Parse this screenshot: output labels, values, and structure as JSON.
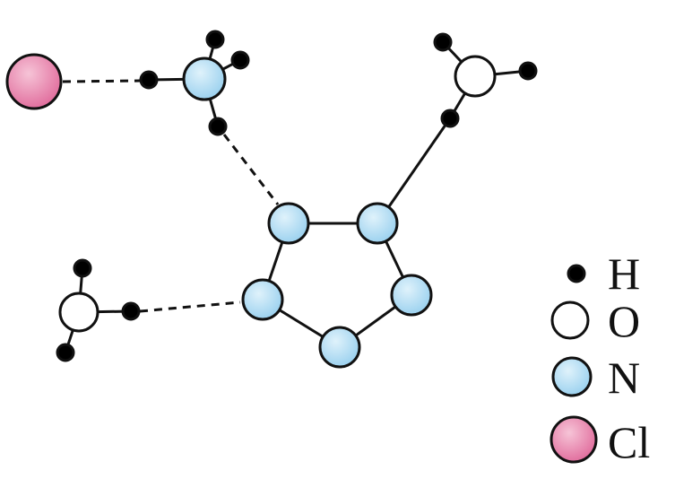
{
  "colors": {
    "H": "#000000",
    "O": "#ffffff",
    "N": "#a8d8f0",
    "Cl": "#e87fa8",
    "stroke": "#111111"
  },
  "legend": [
    {
      "element": "H",
      "label": "H"
    },
    {
      "element": "O",
      "label": "O"
    },
    {
      "element": "N",
      "label": "N"
    },
    {
      "element": "Cl",
      "label": "Cl"
    }
  ]
}
